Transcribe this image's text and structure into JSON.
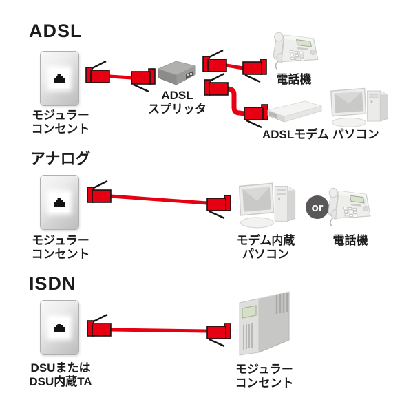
{
  "sections": {
    "adsl": {
      "heading": "ADSL",
      "outlet_label_1": "モジュラー",
      "outlet_label_2": "コンセント",
      "splitter_label_1": "ADSL",
      "splitter_label_2": "スプリッタ",
      "phone_label": "電話機",
      "modem_pc_label": "ADSLモデム パソコン"
    },
    "analog": {
      "heading": "アナログ",
      "outlet_label_1": "モジュラー",
      "outlet_label_2": "コンセント",
      "pc_label_1": "モデム内蔵",
      "pc_label_2": "パソコン",
      "or_label": "or",
      "phone_label": "電話機"
    },
    "isdn": {
      "heading": "ISDN",
      "outlet_label_1": "DSUまたは",
      "outlet_label_2": "DSU内蔵TA",
      "device_label_1": "モジュラー",
      "device_label_2": "コンセント"
    }
  },
  "colors": {
    "cable_red": "#e60012",
    "outline_black": "#141414",
    "device_gray_light": "#ececea",
    "device_gray_mid": "#b0b0ae",
    "or_badge_bg": "#595757",
    "text": "#1b1b1b",
    "background": "#ffffff"
  },
  "icons": {
    "jack": "modular-jack-icon",
    "plug": "rj11-plug-icon"
  }
}
